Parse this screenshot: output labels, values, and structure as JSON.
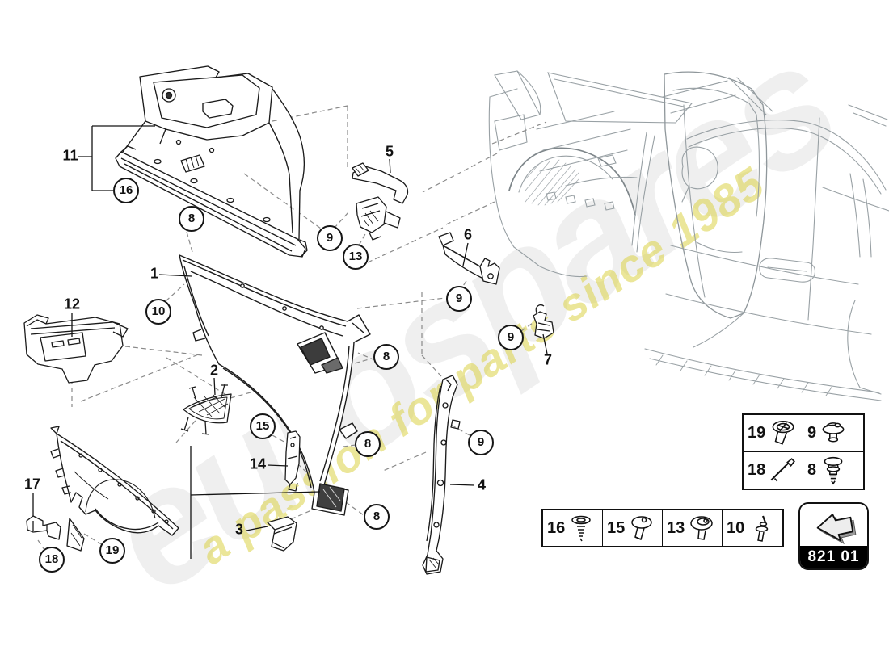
{
  "watermark": {
    "brand": "eurospares",
    "slogan": "a passion for parts since 1985",
    "brand_color": "#bdbdbd",
    "slogan_color": "#dbd246"
  },
  "diagram": {
    "callouts": [
      {
        "num": "16"
      },
      {
        "num": "8"
      },
      {
        "num": "9"
      },
      {
        "num": "13"
      },
      {
        "num": "10"
      },
      {
        "num": "8"
      },
      {
        "num": "9"
      },
      {
        "num": "9"
      },
      {
        "num": "15"
      },
      {
        "num": "8"
      },
      {
        "num": "9"
      },
      {
        "num": "8"
      },
      {
        "num": "19"
      },
      {
        "num": "18"
      }
    ],
    "labels": [
      {
        "text": "11"
      },
      {
        "text": "1"
      },
      {
        "text": "12"
      },
      {
        "text": "5"
      },
      {
        "text": "6"
      },
      {
        "text": "7"
      },
      {
        "text": "2"
      },
      {
        "text": "14"
      },
      {
        "text": "3"
      },
      {
        "text": "17"
      },
      {
        "text": "4"
      }
    ]
  },
  "legend": {
    "grid_cells": [
      {
        "num": "19",
        "icon": "phillips-screw-washer-icon"
      },
      {
        "num": "9",
        "icon": "grommet-nut-icon"
      },
      {
        "num": "18",
        "icon": "blind-rivet-pin-icon"
      },
      {
        "num": "8",
        "icon": "expander-rivet-icon"
      }
    ],
    "row_cells": [
      {
        "num": "16",
        "icon": "push-clip-icon"
      },
      {
        "num": "15",
        "icon": "washer-head-screw-icon"
      },
      {
        "num": "13",
        "icon": "large-washer-screw-icon"
      },
      {
        "num": "10",
        "icon": "stud-rivet-icon"
      }
    ],
    "part_code": "821 01"
  },
  "colors": {
    "part_line": "#1b1b1b",
    "car_line": "#98a0a4",
    "dashed_line": "#8a8a8a"
  }
}
